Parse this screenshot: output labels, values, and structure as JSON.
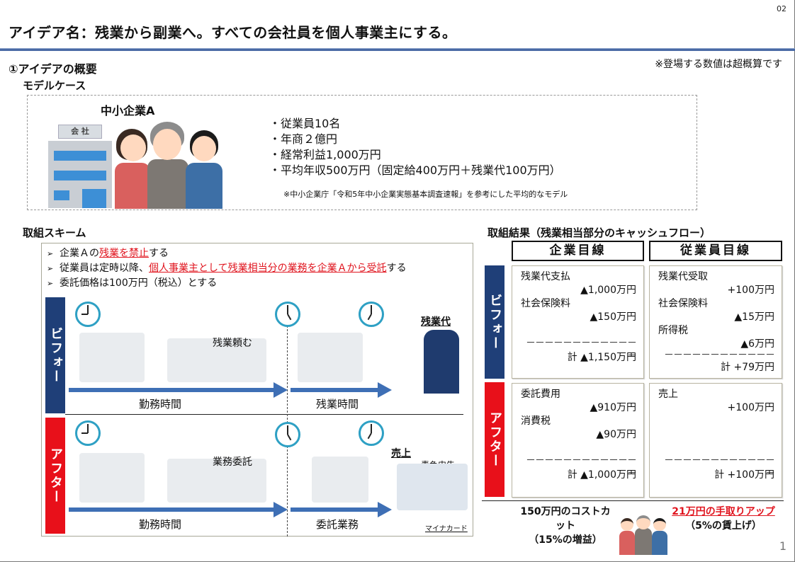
{
  "page": {
    "slide_number_top": "02",
    "slide_number_bottom": "1"
  },
  "header": {
    "title": "アイデア名：残業から副業へ。すべての会社員を個人事業主にする。"
  },
  "overview": {
    "section_title": "①アイデアの概要",
    "note": "※登場する数値は超概算です",
    "model_case_title": "モデルケース",
    "company": {
      "name": "中小企業A",
      "building_sign": "会 社",
      "facts": [
        "・従業員10名",
        "・年商２億円",
        "・経常利益1,000万円",
        "・平均年収500万円（固定給400万円＋残業代100万円）"
      ],
      "source_note": "※中小企業庁「令和5年中小企業実態基本調査速報」を参考にした平均的なモデル"
    }
  },
  "scheme": {
    "title": "取組スキーム",
    "bullets": [
      {
        "pre": "企業Ａの",
        "highlight": "残業を禁止",
        "post": "する"
      },
      {
        "pre": "従業員は定時以降、",
        "highlight": "個人事業主として残業相当分の業務を企業Ａから受託",
        "post": "する"
      },
      {
        "pre": "委託価格は100万円（税込）とする",
        "highlight": "",
        "post": ""
      }
    ],
    "lanes": {
      "before": {
        "label": "ビフォー",
        "caption_request": "残業頼む",
        "caption_reward": "残業代",
        "timeline_work": "勤務時間",
        "timeline_second": "残業時間"
      },
      "after": {
        "label": "アフター",
        "caption_request": "業務委託",
        "caption_sales": "売上",
        "caption_tax": "青色申告",
        "caption_card": "マイナカード",
        "timeline_work": "勤務時間",
        "timeline_second": "委託業務"
      }
    },
    "clocks": [
      "9:00",
      "5:00",
      "7:00"
    ]
  },
  "results": {
    "title": "取組結果（残業相当部分のキャッシュフロー）",
    "columns": [
      "企業目線",
      "従業員目線"
    ],
    "rows": [
      {
        "label": "ビフォー",
        "company": {
          "items": [
            {
              "label": "残業代支払",
              "value": "▲1,000万円"
            },
            {
              "label": "社会保険料",
              "value": "▲150万円"
            }
          ],
          "separator": "－－－－－－－－－－－－－",
          "total": "計 ▲1,150万円"
        },
        "employee": {
          "items": [
            {
              "label": "残業代受取",
              "value": "+100万円"
            },
            {
              "label": "社会保険料",
              "value": "▲15万円"
            },
            {
              "label": "所得税",
              "value": "▲6万円"
            }
          ],
          "separator": "－－－－－－－－－－－－－",
          "total": "計 +79万円"
        }
      },
      {
        "label": "アフター",
        "company": {
          "items": [
            {
              "label": "委託費用",
              "value": "▲910万円"
            },
            {
              "label": "消費税",
              "value": "▲90万円"
            }
          ],
          "separator": "－－－－－－－－－－－－－",
          "total": "計 ▲1,000万円"
        },
        "employee": {
          "items": [
            {
              "label": "売上",
              "value": "+100万円"
            }
          ],
          "separator": "－－－－－－－－－－－－－",
          "total": "計 +100万円"
        }
      }
    ],
    "summary": {
      "company_line1": "150万円のコストカット",
      "company_line2": "（15%の増益）",
      "employee_line1": "21万円の手取りアップ",
      "employee_line2": "（5%の賃上げ）"
    }
  },
  "colors": {
    "before": "#1f3f78",
    "after": "#e8101a",
    "accent_red": "#e0141e",
    "timeline": "#3e6fb5",
    "clock_ring": "#2ea0c4",
    "title_rule": "#4a6aa5"
  }
}
